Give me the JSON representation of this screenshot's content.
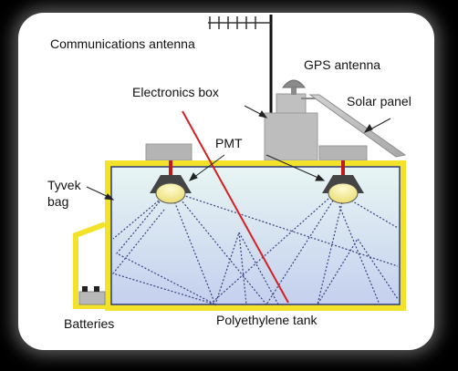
{
  "labels": {
    "comm_antenna": "Communications antenna",
    "gps_antenna": "GPS antenna",
    "electronics_box": "Electronics box",
    "solar_panel": "Solar panel",
    "pmt": "PMT",
    "tyvek_line1": "Tyvek",
    "tyvek_line2": "bag",
    "batteries": "Batteries",
    "tank": "Polyethylene tank"
  },
  "colors": {
    "tank_wall": "#f2e32a",
    "water_top": "#e8f5f3",
    "water_bottom": "#c4d0ee",
    "lid_gray": "#b4b4b4",
    "muon_track": "#d42020",
    "photon_paths": "#3a3f86",
    "pmt_glass": "#f6f1a8",
    "pmt_housing": "#444444"
  }
}
